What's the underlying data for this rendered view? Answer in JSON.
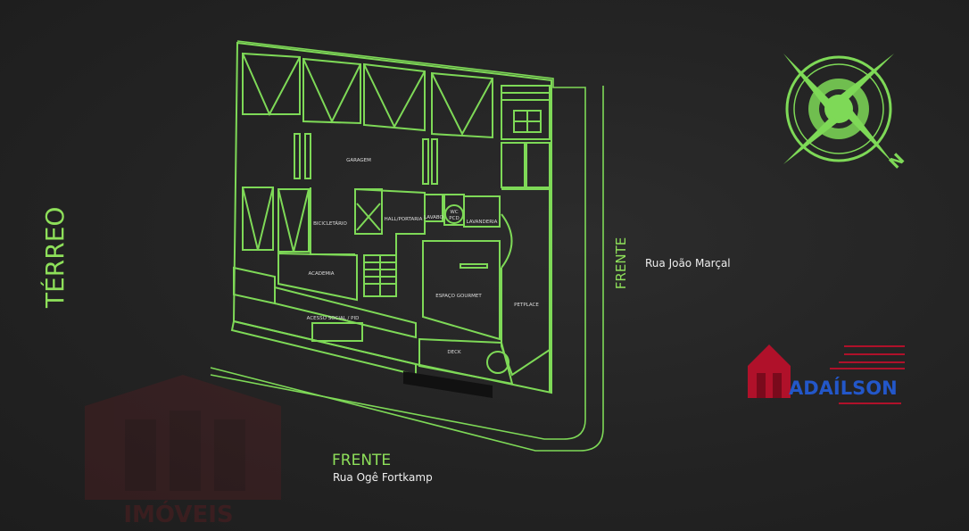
{
  "floor_title": "TÉRREO",
  "front_bottom": {
    "label": "FRENTE",
    "street": "Rua Ogê Fortkamp"
  },
  "front_right": {
    "label": "FRENTE",
    "street": "Rua João Marçal"
  },
  "rooms": {
    "garagem": "GARAGEM",
    "bicicletario": "BICICLETÁRIO",
    "hall_portaria": "HALL/PORTARIA",
    "lavabo": "LAVABO",
    "wc_pcd_1": "WC",
    "wc_pcd_2": "PCD",
    "lavanderia": "LAVANDERIA",
    "academia": "ACADEMIA",
    "espaco_gourmet": "ESPAÇO GOURMET",
    "petplace": "PETPLACE",
    "acesso_social": "ACESSO SOCIAL / PID",
    "deck": "DECK"
  },
  "compass": {
    "north_letter": "N"
  },
  "brand": {
    "name": "ADAÍLSON",
    "watermark_text": "IMÓVEIS"
  },
  "colors": {
    "plan_green": "#7ed957",
    "label_green": "#8ee05a",
    "brand_blue": "#2357c9",
    "brand_red": "#b0112a",
    "background": "#232323"
  }
}
